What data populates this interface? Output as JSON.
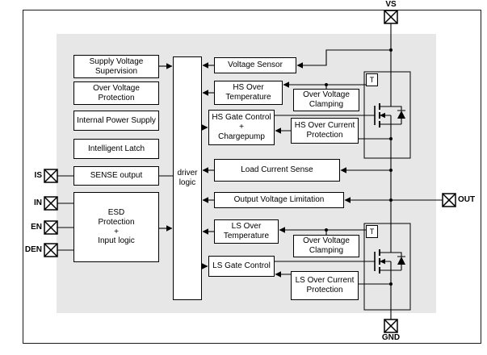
{
  "pins": {
    "vs": "VS",
    "out": "OUT",
    "gnd": "GND",
    "is": "IS",
    "in": "IN",
    "en": "EN",
    "den": "DEN"
  },
  "blocks": {
    "supply_voltage_supervision": "Supply Voltage\nSupervision",
    "over_voltage_protection": "Over Voltage\nProtection",
    "internal_power_supply": "Internal Power Supply",
    "intelligent_latch": "Intelligent Latch",
    "sense_output": "SENSE output",
    "esd_input_logic": "ESD\nProtection\n+\nInput logic",
    "driver_logic": "driver\nlogic",
    "voltage_sensor": "Voltage Sensor",
    "hs_over_temperature": "HS Over\nTemperature",
    "hs_gate_control": "HS Gate Control\n+\nChargepump",
    "hs_over_voltage_clamping": "Over Voltage\nClamping",
    "hs_over_current_protection": "HS Over Current\nProtection",
    "load_current_sense": "Load Current Sense",
    "output_voltage_limitation": "Output Voltage Limitation",
    "ls_over_temperature": "LS Over\nTemperature",
    "ls_over_voltage_clamping": "Over Voltage\nClamping",
    "ls_gate_control": "LS Gate Control",
    "ls_over_current_protection": "LS Over Current\nProtection",
    "hs_temp_sensor": "T",
    "ls_temp_sensor": "T"
  },
  "colors": {
    "chip_fill": "#e7e7e7",
    "line": "#000000",
    "box_fill": "#ffffff"
  }
}
